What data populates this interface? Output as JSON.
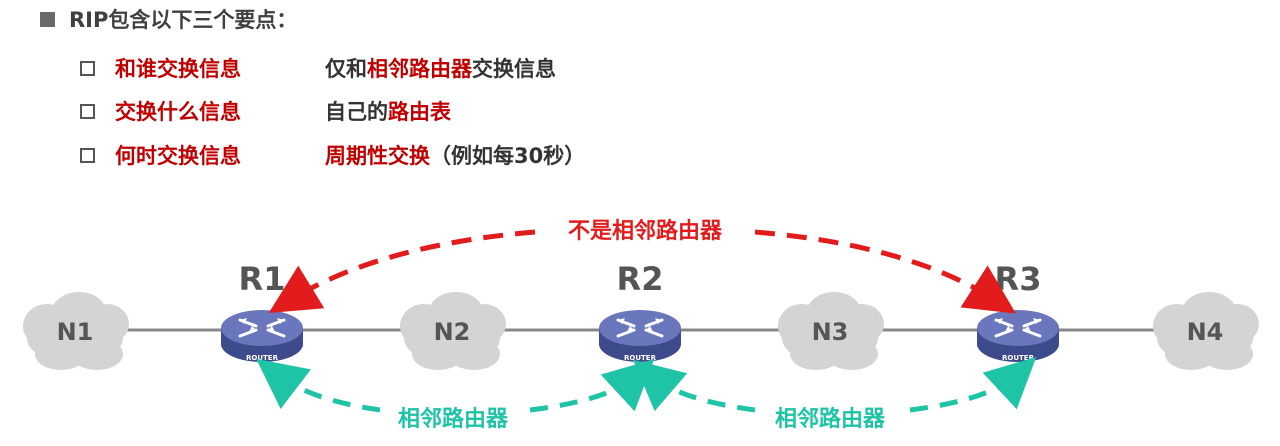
{
  "heading": "RIP包含以下三个要点：",
  "points": [
    {
      "label": "和谁交换信息",
      "answer_pre": "仅和",
      "answer_hl": "相邻路由器",
      "answer_post": "交换信息",
      "note": ""
    },
    {
      "label": "交换什么信息",
      "answer_pre": "自己的",
      "answer_hl": "路由表",
      "answer_post": "",
      "note": ""
    },
    {
      "label": "何时交换信息",
      "answer_pre": "",
      "answer_hl": "周期性交换",
      "answer_post": "",
      "note": "（例如每30秒）"
    }
  ],
  "diagram": {
    "networks": [
      "N1",
      "N2",
      "N3",
      "N4"
    ],
    "routers": [
      "R1",
      "R2",
      "R3"
    ],
    "router_caption": "ROUTER",
    "not_adjacent_label": "不是相邻路由器",
    "adjacent_label_1": "相邻路由器",
    "adjacent_label_2": "相邻路由器"
  },
  "colors": {
    "red": "#e21c1c",
    "teal": "#1fc4a6",
    "router_body": "#5563a8",
    "cloud": "#d4d4d4"
  }
}
